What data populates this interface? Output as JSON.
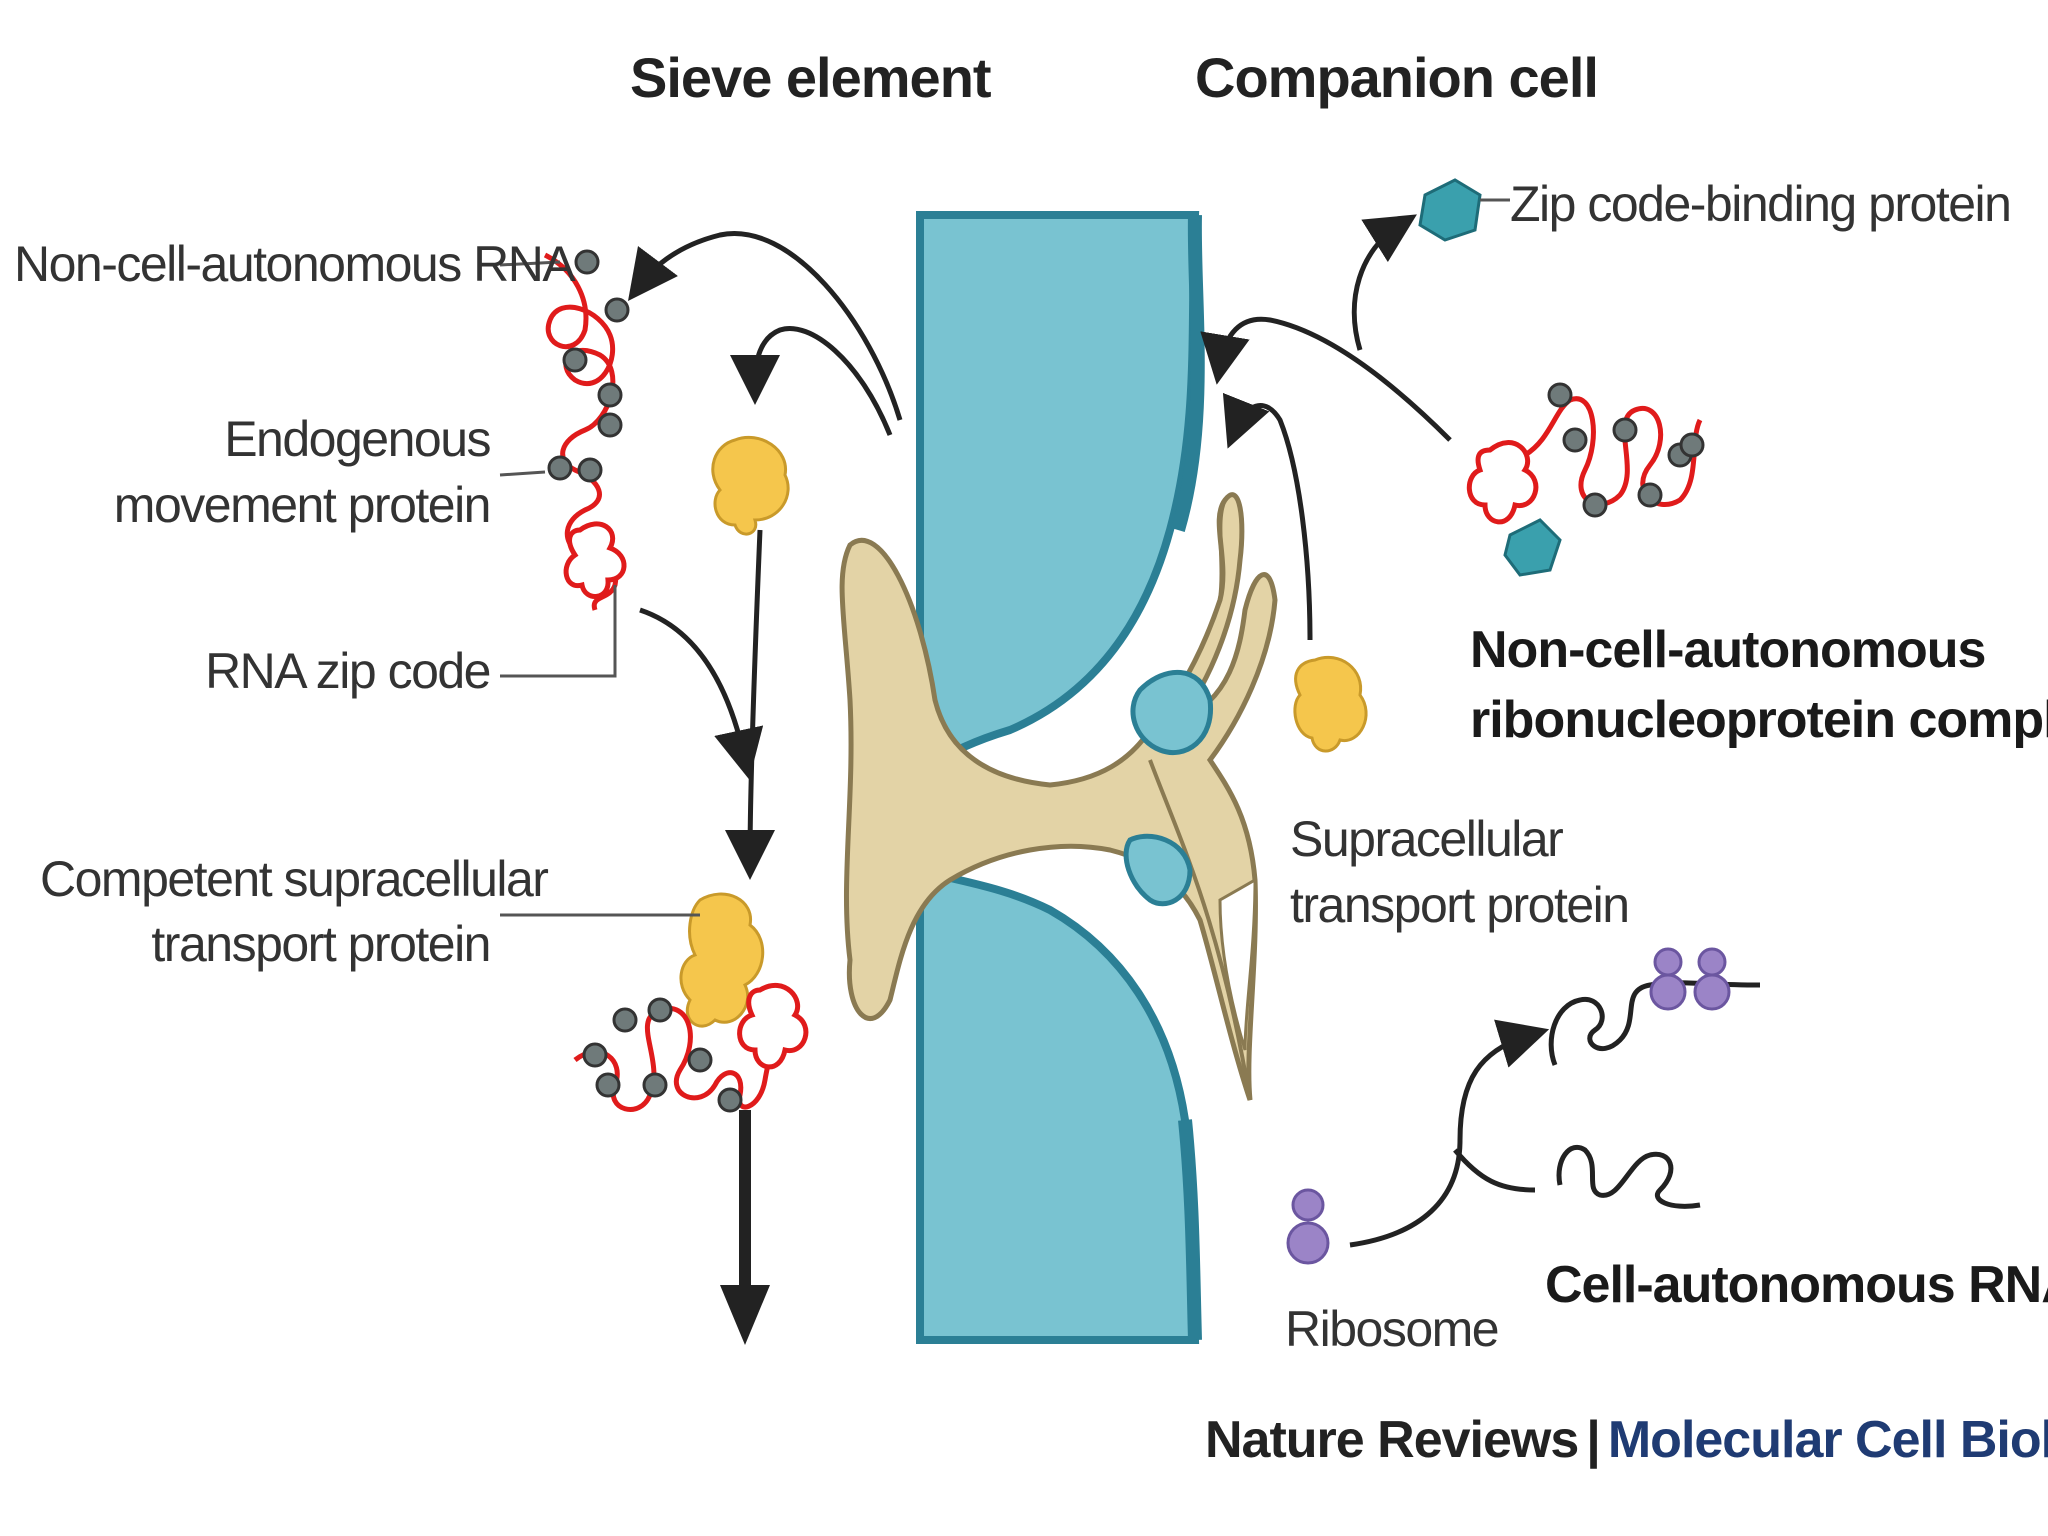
{
  "headers": {
    "left": "Sieve element",
    "right": "Companion cell"
  },
  "labels": {
    "nc_rna": "Non-cell-autonomous RNA",
    "endo_1": "Endogenous",
    "endo_2": "movement protein",
    "zip_code": "RNA zip code",
    "competent_1": "Competent supracellular",
    "competent_2": "transport protein",
    "zip_binding": "Zip code-binding protein",
    "complex_1": "Non-cell-autonomous",
    "complex_2": "ribonucleoprotein complex",
    "supra_1": "Supracellular",
    "supra_2": "transport protein",
    "ribosome": "Ribosome",
    "cell_rna": "Cell-autonomous RNA"
  },
  "credit": {
    "publisher": "Nature Reviews",
    "separator": "|",
    "journal": "Molecular Cell Biology"
  },
  "colors": {
    "vessel_fill": "#79c3d1",
    "vessel_edge": "#2b7f95",
    "plasmodesma_fill": "#e3d3a6",
    "plasmodesma_edge": "#8a7a52",
    "rna": "#e01b1b",
    "protein_bead": "#6f7a7a",
    "transport_protein": "#f5c64c",
    "zip_binding_protein": "#3aa0ad",
    "ribosome": "#9b84c7",
    "journal_blue": "#1f3b73"
  }
}
